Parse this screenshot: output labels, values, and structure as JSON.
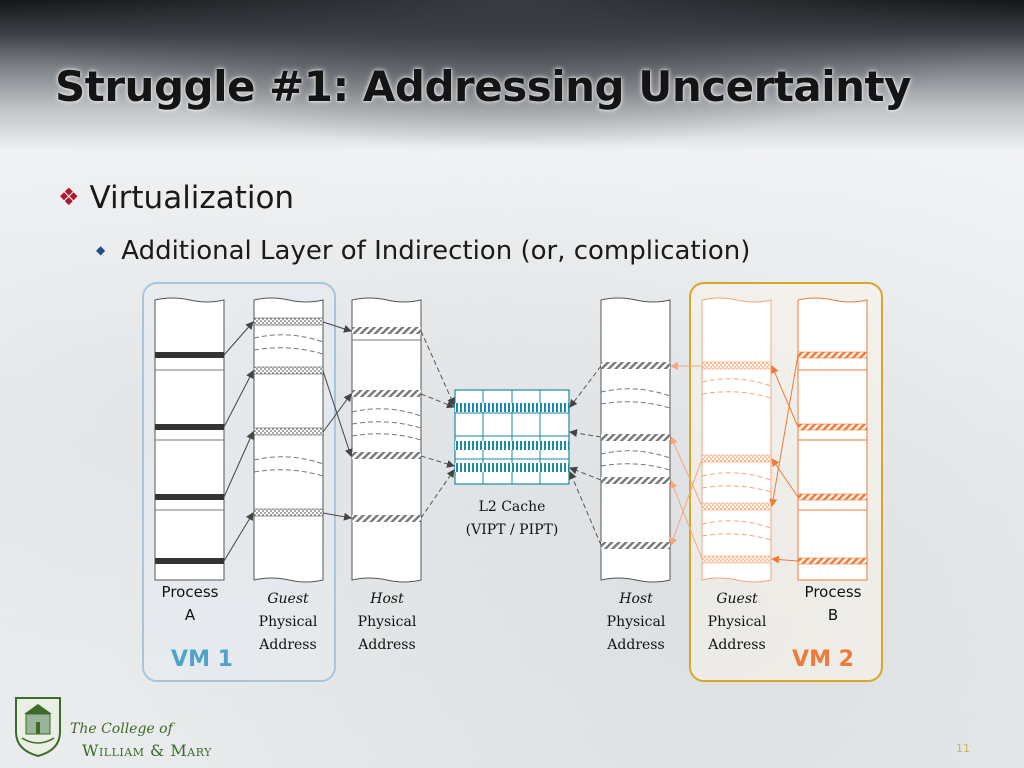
{
  "slide": {
    "title": "Struggle #1: Addressing Uncertainty",
    "bullet_level1": "Virtualization",
    "bullet_level2": "Additional Layer of Indirection (or, complication)",
    "page_number": "11"
  },
  "diagram": {
    "vm1_label": "VM 1",
    "vm2_label": "VM 2",
    "process_a": [
      "Process",
      "A"
    ],
    "process_b": [
      "Process",
      "B"
    ],
    "guest_pa_left": [
      "Guest",
      "Physical",
      "Address"
    ],
    "host_pa_left": [
      "Host",
      "Physical",
      "Address"
    ],
    "host_pa_right": [
      "Host",
      "Physical",
      "Address"
    ],
    "guest_pa_right": [
      "Guest",
      "Physical",
      "Address"
    ],
    "cache_label": [
      "L2 Cache",
      "(VIPT / PIPT)"
    ]
  },
  "footer": {
    "college_line1": "The College of",
    "college_line2": "William & Mary"
  },
  "colors": {
    "vm1_blue": "#4fa3c7",
    "vm2_orange": "#f07a3a",
    "vm2_border": "#d8a72a",
    "cache_teal": "#1b8aa6",
    "college_green": "#3c6b2a",
    "bullet_red": "#b0192c"
  }
}
